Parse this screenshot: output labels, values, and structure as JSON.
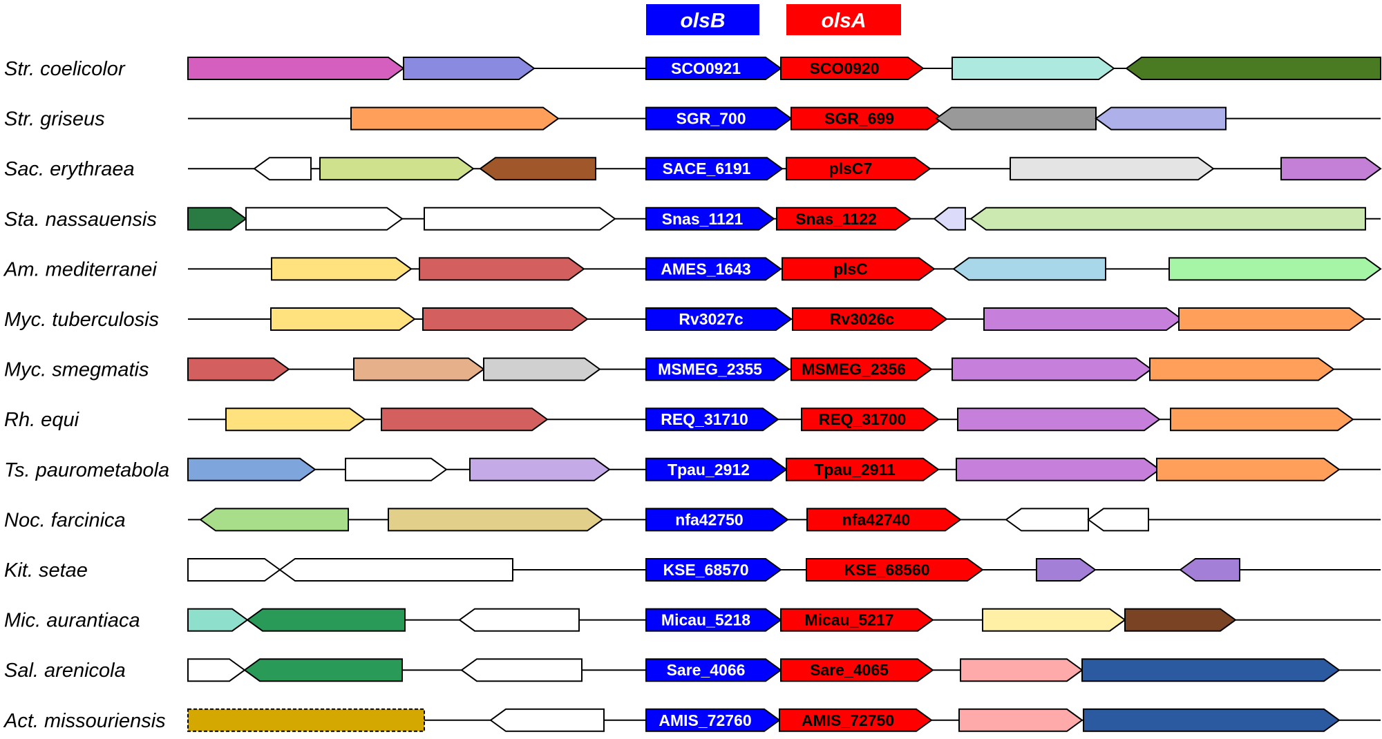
{
  "legend": [
    {
      "label": "olsB",
      "color": "#0000ff"
    },
    {
      "label": "olsA",
      "color": "#ff0000"
    }
  ],
  "tracks": [
    {
      "species": "Str. coelicolor",
      "genes": [
        {
          "start": 272,
          "end": 584,
          "strand": "+",
          "color": "#d55fbf"
        },
        {
          "start": 584,
          "end": 773,
          "strand": "+",
          "color": "#8a8ae0"
        },
        {
          "start": 935,
          "end": 1130,
          "strand": "+",
          "color": "#0000ff",
          "label": "SCO0921",
          "text_color": "#ffffff"
        },
        {
          "start": 1130,
          "end": 1336,
          "strand": "+",
          "color": "#ff0000",
          "label": "SCO0920",
          "text_color": "#000000"
        },
        {
          "start": 1378,
          "end": 1612,
          "strand": "+",
          "color": "#aee9e0"
        },
        {
          "start": 1630,
          "end": 1998,
          "strand": "-",
          "color": "#4a7a22"
        }
      ]
    },
    {
      "species": "Str. griseus",
      "genes": [
        {
          "start": 508,
          "end": 808,
          "strand": "+",
          "color": "#ff9f5a"
        },
        {
          "start": 935,
          "end": 1145,
          "strand": "+",
          "color": "#0000ff",
          "label": "SGR_700",
          "text_color": "#ffffff"
        },
        {
          "start": 1145,
          "end": 1364,
          "strand": "+",
          "color": "#ff0000",
          "label": "SGR_699",
          "text_color": "#000000"
        },
        {
          "start": 1355,
          "end": 1586,
          "strand": "-",
          "color": "#999999"
        },
        {
          "start": 1586,
          "end": 1774,
          "strand": "-",
          "color": "#aeb0ea"
        }
      ]
    },
    {
      "species": "Sac. erythraea",
      "genes": [
        {
          "start": 368,
          "end": 450,
          "strand": "-",
          "color": "#ffffff"
        },
        {
          "start": 463,
          "end": 685,
          "strand": "+",
          "color": "#cfe18c"
        },
        {
          "start": 695,
          "end": 862,
          "strand": "-",
          "color": "#a0572a"
        },
        {
          "start": 935,
          "end": 1132,
          "strand": "+",
          "color": "#0000ff",
          "label": "SACE_6191",
          "text_color": "#ffffff"
        },
        {
          "start": 1138,
          "end": 1346,
          "strand": "+",
          "color": "#ff0000",
          "label": "plsC7",
          "text_color": "#000000"
        },
        {
          "start": 1462,
          "end": 1756,
          "strand": "+",
          "color": "#e4e4e4"
        },
        {
          "start": 1854,
          "end": 1998,
          "strand": "+",
          "color": "#c47fd6"
        }
      ]
    },
    {
      "species": "Sta. nassauensis",
      "genes": [
        {
          "start": 272,
          "end": 356,
          "strand": "+",
          "color": "#2a7a43"
        },
        {
          "start": 356,
          "end": 582,
          "strand": "+",
          "color": "#ffffff"
        },
        {
          "start": 614,
          "end": 890,
          "strand": "+",
          "color": "#ffffff"
        },
        {
          "start": 935,
          "end": 1120,
          "strand": "+",
          "color": "#0000ff",
          "label": "Snas_1121",
          "text_color": "#ffffff"
        },
        {
          "start": 1124,
          "end": 1318,
          "strand": "+",
          "color": "#ff0000",
          "label": "Snas_1122",
          "text_color": "#000000"
        },
        {
          "start": 1352,
          "end": 1397,
          "strand": "-",
          "color": "#dcdcfa"
        },
        {
          "start": 1405,
          "end": 1976,
          "strand": "-",
          "color": "#cbe9b0"
        }
      ]
    },
    {
      "species": "Am. mediterranei",
      "genes": [
        {
          "start": 393,
          "end": 595,
          "strand": "+",
          "color": "#ffe27e"
        },
        {
          "start": 607,
          "end": 845,
          "strand": "+",
          "color": "#d45f5f"
        },
        {
          "start": 935,
          "end": 1130,
          "strand": "+",
          "color": "#0000ff",
          "label": "AMES_1643",
          "text_color": "#ffffff"
        },
        {
          "start": 1132,
          "end": 1352,
          "strand": "+",
          "color": "#ff0000",
          "label": "plsC",
          "text_color": "#000000"
        },
        {
          "start": 1380,
          "end": 1600,
          "strand": "-",
          "color": "#a7d7e8"
        },
        {
          "start": 1692,
          "end": 1998,
          "strand": "+",
          "color": "#a6f4a6"
        }
      ]
    },
    {
      "species": "Myc. tuberculosis",
      "genes": [
        {
          "start": 392,
          "end": 600,
          "strand": "+",
          "color": "#ffe27e"
        },
        {
          "start": 612,
          "end": 850,
          "strand": "+",
          "color": "#d45f5f"
        },
        {
          "start": 935,
          "end": 1145,
          "strand": "+",
          "color": "#0000ff",
          "label": "Rv3027c",
          "text_color": "#ffffff"
        },
        {
          "start": 1147,
          "end": 1370,
          "strand": "+",
          "color": "#ff0000",
          "label": "Rv3026c",
          "text_color": "#000000"
        },
        {
          "start": 1424,
          "end": 1710,
          "strand": "+",
          "color": "#c67fdb"
        },
        {
          "start": 1706,
          "end": 1975,
          "strand": "+",
          "color": "#ff9f5a"
        }
      ]
    },
    {
      "species": "Myc. smegmatis",
      "genes": [
        {
          "start": 272,
          "end": 418,
          "strand": "+",
          "color": "#d45f5f"
        },
        {
          "start": 512,
          "end": 700,
          "strand": "+",
          "color": "#e6b08a"
        },
        {
          "start": 700,
          "end": 868,
          "strand": "+",
          "color": "#d0d0d0"
        },
        {
          "start": 935,
          "end": 1142,
          "strand": "+",
          "color": "#0000ff",
          "label": "MSMEG_2355",
          "text_color": "#ffffff"
        },
        {
          "start": 1145,
          "end": 1348,
          "strand": "+",
          "color": "#ff0000",
          "label": "MSMEG_2356",
          "text_color": "#000000"
        },
        {
          "start": 1378,
          "end": 1666,
          "strand": "+",
          "color": "#c67fdb"
        },
        {
          "start": 1664,
          "end": 1930,
          "strand": "+",
          "color": "#ff9f5a"
        }
      ]
    },
    {
      "species": "Rh. equi",
      "genes": [
        {
          "start": 327,
          "end": 528,
          "strand": "+",
          "color": "#ffe27e"
        },
        {
          "start": 552,
          "end": 792,
          "strand": "+",
          "color": "#d45f5f"
        },
        {
          "start": 935,
          "end": 1126,
          "strand": "+",
          "color": "#0000ff",
          "label": "REQ_31710",
          "text_color": "#ffffff"
        },
        {
          "start": 1160,
          "end": 1358,
          "strand": "+",
          "color": "#ff0000",
          "label": "REQ_31700",
          "text_color": "#000000"
        },
        {
          "start": 1386,
          "end": 1678,
          "strand": "+",
          "color": "#c67fdb"
        },
        {
          "start": 1694,
          "end": 1958,
          "strand": "+",
          "color": "#ff9f5a"
        }
      ]
    },
    {
      "species": "Ts. paurometabola",
      "genes": [
        {
          "start": 272,
          "end": 456,
          "strand": "+",
          "color": "#7ea6dc"
        },
        {
          "start": 500,
          "end": 646,
          "strand": "+",
          "color": "#ffffff"
        },
        {
          "start": 680,
          "end": 882,
          "strand": "+",
          "color": "#c5aae8"
        },
        {
          "start": 935,
          "end": 1138,
          "strand": "+",
          "color": "#0000ff",
          "label": "Tpau_2912",
          "text_color": "#ffffff"
        },
        {
          "start": 1138,
          "end": 1358,
          "strand": "+",
          "color": "#ff0000",
          "label": "Tpau_2911",
          "text_color": "#000000"
        },
        {
          "start": 1384,
          "end": 1678,
          "strand": "+",
          "color": "#c67fdb"
        },
        {
          "start": 1674,
          "end": 1938,
          "strand": "+",
          "color": "#ff9f5a"
        }
      ]
    },
    {
      "species": "Noc. farcinica",
      "genes": [
        {
          "start": 290,
          "end": 504,
          "strand": "-",
          "color": "#a8de8a"
        },
        {
          "start": 562,
          "end": 872,
          "strand": "+",
          "color": "#e2cf8a"
        },
        {
          "start": 935,
          "end": 1140,
          "strand": "+",
          "color": "#0000ff",
          "label": "nfa42750",
          "text_color": "#ffffff"
        },
        {
          "start": 1168,
          "end": 1390,
          "strand": "+",
          "color": "#ff0000",
          "label": "nfa42740",
          "text_color": "#000000"
        },
        {
          "start": 1456,
          "end": 1575,
          "strand": "-",
          "color": "#ffffff"
        },
        {
          "start": 1575,
          "end": 1662,
          "strand": "-",
          "color": "#ffffff"
        }
      ]
    },
    {
      "species": "Kit. setae",
      "genes": [
        {
          "start": 272,
          "end": 405,
          "strand": "+",
          "color": "#ffffff"
        },
        {
          "start": 405,
          "end": 742,
          "strand": "-",
          "color": "#ffffff"
        },
        {
          "start": 935,
          "end": 1130,
          "strand": "+",
          "color": "#0000ff",
          "label": "KSE_68570",
          "text_color": "#ffffff"
        },
        {
          "start": 1167,
          "end": 1422,
          "strand": "+",
          "color": "#ff0000",
          "label": "KSE_68560",
          "text_color": "#000000"
        },
        {
          "start": 1500,
          "end": 1585,
          "strand": "+",
          "color": "#a47fd8"
        },
        {
          "start": 1708,
          "end": 1794,
          "strand": "-",
          "color": "#a47fd8"
        }
      ]
    },
    {
      "species": "Mic. aurantiaca",
      "genes": [
        {
          "start": 272,
          "end": 358,
          "strand": "+",
          "color": "#8ee0cc"
        },
        {
          "start": 358,
          "end": 586,
          "strand": "-",
          "color": "#2a9a58"
        },
        {
          "start": 665,
          "end": 838,
          "strand": "-",
          "color": "#ffffff"
        },
        {
          "start": 935,
          "end": 1130,
          "strand": "+",
          "color": "#0000ff",
          "label": "Micau_5218",
          "text_color": "#ffffff"
        },
        {
          "start": 1130,
          "end": 1350,
          "strand": "+",
          "color": "#ff0000",
          "label": "Micau_5217",
          "text_color": "#000000"
        },
        {
          "start": 1422,
          "end": 1628,
          "strand": "+",
          "color": "#fff0a6"
        },
        {
          "start": 1628,
          "end": 1788,
          "strand": "+",
          "color": "#7a4424"
        }
      ]
    },
    {
      "species": "Sal. arenicola",
      "genes": [
        {
          "start": 272,
          "end": 354,
          "strand": "+",
          "color": "#ffffff"
        },
        {
          "start": 354,
          "end": 582,
          "strand": "-",
          "color": "#2a9a58"
        },
        {
          "start": 668,
          "end": 842,
          "strand": "-",
          "color": "#ffffff"
        },
        {
          "start": 935,
          "end": 1130,
          "strand": "+",
          "color": "#0000ff",
          "label": "Sare_4066",
          "text_color": "#ffffff"
        },
        {
          "start": 1130,
          "end": 1350,
          "strand": "+",
          "color": "#ff0000",
          "label": "Sare_4065",
          "text_color": "#000000"
        },
        {
          "start": 1390,
          "end": 1566,
          "strand": "+",
          "color": "#ffaaaa"
        },
        {
          "start": 1566,
          "end": 1938,
          "strand": "+",
          "color": "#2c5aa0"
        }
      ]
    },
    {
      "species": "Act. missouriensis",
      "genes": [
        {
          "start": 272,
          "end": 614,
          "strand": "+",
          "color": "#d4a800",
          "dashed": true,
          "blunt": true
        },
        {
          "start": 710,
          "end": 874,
          "strand": "-",
          "color": "#ffffff"
        },
        {
          "start": 935,
          "end": 1128,
          "strand": "+",
          "color": "#0000ff",
          "label": "AMIS_72760",
          "text_color": "#ffffff"
        },
        {
          "start": 1128,
          "end": 1348,
          "strand": "+",
          "color": "#ff0000",
          "label": "AMIS_72750",
          "text_color": "#000000"
        },
        {
          "start": 1388,
          "end": 1566,
          "strand": "+",
          "color": "#ffaaaa"
        },
        {
          "start": 1568,
          "end": 1938,
          "strand": "+",
          "color": "#2c5aa0"
        }
      ]
    }
  ]
}
